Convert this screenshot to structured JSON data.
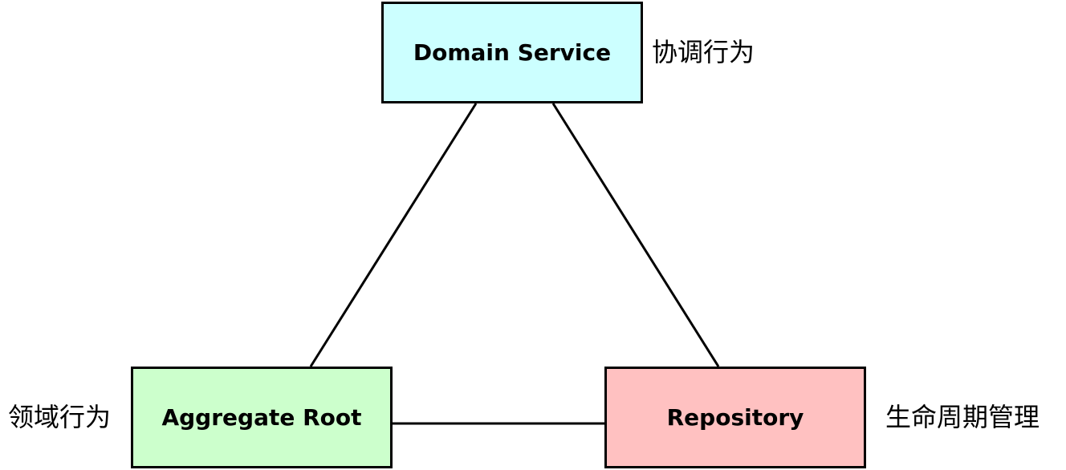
{
  "nodes": {
    "domain_service": {
      "label": "Domain Service",
      "annotation": "协调行为",
      "fill": "#ccffff"
    },
    "aggregate_root": {
      "label": "Aggregate Root",
      "annotation": "领域行为",
      "fill": "#ccffcc"
    },
    "repository": {
      "label": "Repository",
      "annotation": "生命周期管理",
      "fill": "#ffc1c1"
    }
  },
  "edges": [
    {
      "from": "domain_service",
      "to": "aggregate_root"
    },
    {
      "from": "domain_service",
      "to": "repository"
    },
    {
      "from": "aggregate_root",
      "to": "repository"
    }
  ],
  "colors": {
    "border": "#000000",
    "line": "#000000"
  }
}
